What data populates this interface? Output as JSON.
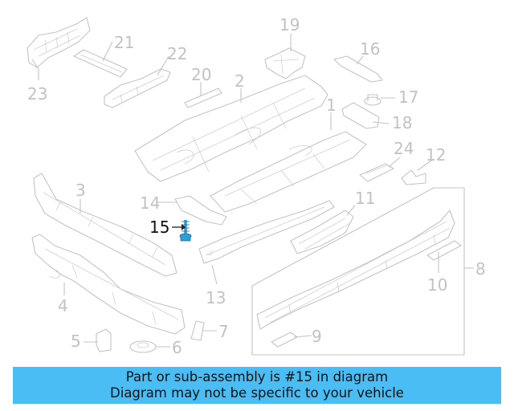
{
  "diagram": {
    "highlight_callout": "15",
    "highlight_color": "#2a9fd8",
    "callouts": {
      "c1": "1",
      "c2": "2",
      "c3": "3",
      "c4": "4",
      "c5": "5",
      "c6": "6",
      "c7": "7",
      "c8": "8",
      "c9": "9",
      "c10": "10",
      "c11": "11",
      "c12": "12",
      "c13": "13",
      "c14": "14",
      "c15": "15",
      "c16": "16",
      "c17": "17",
      "c18": "18",
      "c19": "19",
      "c20": "20",
      "c21": "21",
      "c22": "22",
      "c23": "23",
      "c24": "24"
    }
  },
  "banner": {
    "line1": "Part or sub-assembly is #15 in diagram",
    "line2": "Diagram may not be specific to your vehicle",
    "background": "#4bbdf5"
  }
}
